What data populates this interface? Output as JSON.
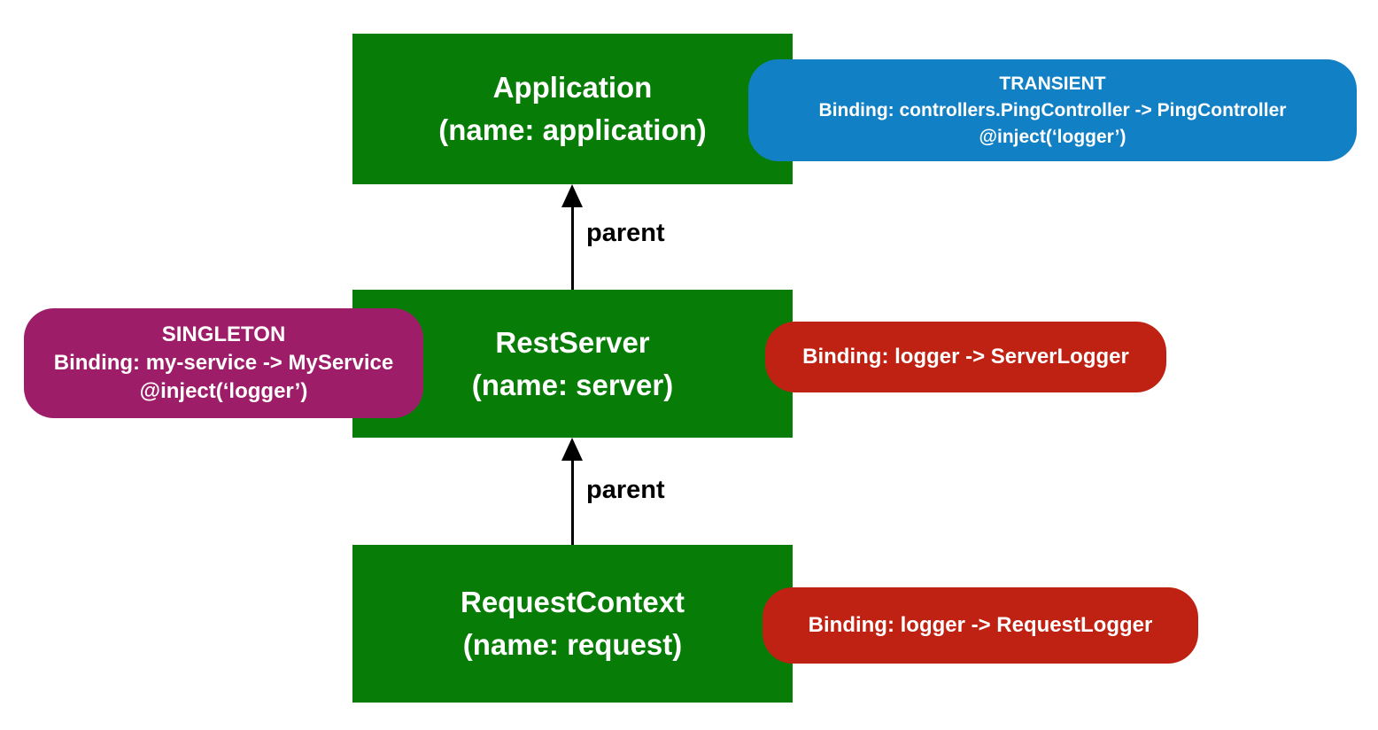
{
  "colors": {
    "background": "#ffffff",
    "context_green": "#077d07",
    "transient_blue": "#1280c4",
    "singleton_purple": "#9e1d68",
    "binding_red": "#bf2112",
    "box_text_white": "#ffffff",
    "arrow_black": "#000000"
  },
  "contexts": [
    {
      "title": "Application",
      "subtitle": "(name: application)"
    },
    {
      "title": "RestServer",
      "subtitle": "(name: server)"
    },
    {
      "title": "RequestContext",
      "subtitle": "(name: request)"
    }
  ],
  "bindings": {
    "transient": {
      "scope": "TRANSIENT",
      "binding": "Binding: controllers.PingController -> PingController",
      "inject": "@inject(‘logger’)"
    },
    "singleton": {
      "scope": "SINGLETON",
      "binding": "Binding: my-service -> MyService",
      "inject": "@inject(‘logger’)"
    },
    "server_logger": {
      "binding": "Binding: logger -> ServerLogger"
    },
    "request_logger": {
      "binding": "Binding: logger -> RequestLogger"
    }
  },
  "arrows": [
    {
      "label": "parent"
    },
    {
      "label": "parent"
    }
  ]
}
